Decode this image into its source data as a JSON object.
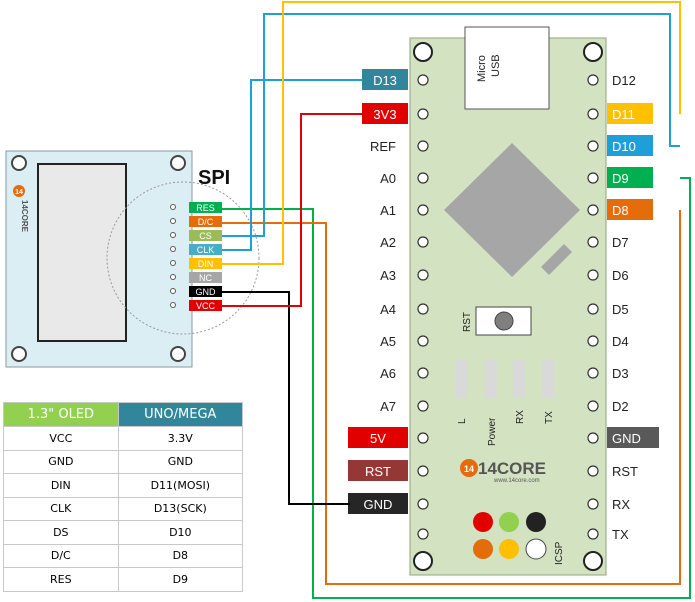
{
  "oled": {
    "spi_title": "SPI",
    "logo_text": "14CORE",
    "pins": [
      {
        "label": "RES",
        "color": "#00b050"
      },
      {
        "label": "D/C",
        "color": "#e46c0a"
      },
      {
        "label": "CS",
        "color": "#9bbb59"
      },
      {
        "label": "CLK",
        "color": "#4bacc6"
      },
      {
        "label": "DIN",
        "color": "#ffc000"
      },
      {
        "label": "NC",
        "color": "#a6a6a6"
      },
      {
        "label": "GND",
        "color": "#000000"
      },
      {
        "label": "VCC",
        "color": "#e00000"
      }
    ]
  },
  "board": {
    "usb_label_1": "Micro",
    "usb_label_2": "USB",
    "rst_label": "RST",
    "led_labels": [
      "L",
      "Power",
      "RX",
      "TX"
    ],
    "logo_text": "14CORE",
    "logo_url": "www.14core.com",
    "icsp_label": "ICSP",
    "left_pins": [
      {
        "label": "D13",
        "tag": true,
        "tag_color": "#31869b"
      },
      {
        "label": "3V3",
        "tag": true,
        "tag_color": "#e00000"
      },
      {
        "label": "REF",
        "tag": false
      },
      {
        "label": "A0",
        "tag": false
      },
      {
        "label": "A1",
        "tag": false
      },
      {
        "label": "A2",
        "tag": false
      },
      {
        "label": "A3",
        "tag": false
      },
      {
        "label": "A4",
        "tag": false
      },
      {
        "label": "A5",
        "tag": false
      },
      {
        "label": "A6",
        "tag": false
      },
      {
        "label": "A7",
        "tag": false
      },
      {
        "label": "5V",
        "tag": true,
        "tag_color": "#e00000"
      },
      {
        "label": "RST",
        "tag": true,
        "tag_color": "#953735"
      },
      {
        "label": "GND",
        "tag": true,
        "tag_color": "#262626"
      },
      {
        "label": "",
        "tag": false
      }
    ],
    "right_pins": [
      {
        "label": "D12",
        "tag": false
      },
      {
        "label": "D11",
        "tag": true,
        "tag_color": "#ffc000"
      },
      {
        "label": "D10",
        "tag": true,
        "tag_color": "#1f9fd7"
      },
      {
        "label": "D9",
        "tag": true,
        "tag_color": "#00b050"
      },
      {
        "label": "D8",
        "tag": true,
        "tag_color": "#e46c0a"
      },
      {
        "label": "D7",
        "tag": false
      },
      {
        "label": "D6",
        "tag": false
      },
      {
        "label": "D5",
        "tag": false
      },
      {
        "label": "D4",
        "tag": false
      },
      {
        "label": "D3",
        "tag": false
      },
      {
        "label": "D2",
        "tag": false
      },
      {
        "label": "GND",
        "tag": true,
        "tag_color": "#595959"
      },
      {
        "label": "RST",
        "tag": false
      },
      {
        "label": "RX",
        "tag": false
      },
      {
        "label": "TX",
        "tag": false
      }
    ]
  },
  "table": {
    "headers": [
      "1.3\" OLED",
      "UNO/MEGA"
    ],
    "rows": [
      [
        "VCC",
        "3.3V"
      ],
      [
        "GND",
        "GND"
      ],
      [
        "DIN",
        "D11(MOSI)"
      ],
      [
        "CLK",
        "D13(SCK)"
      ],
      [
        "DS",
        "D10"
      ],
      [
        "D/C",
        "D8"
      ],
      [
        "RES",
        "D9"
      ]
    ]
  }
}
